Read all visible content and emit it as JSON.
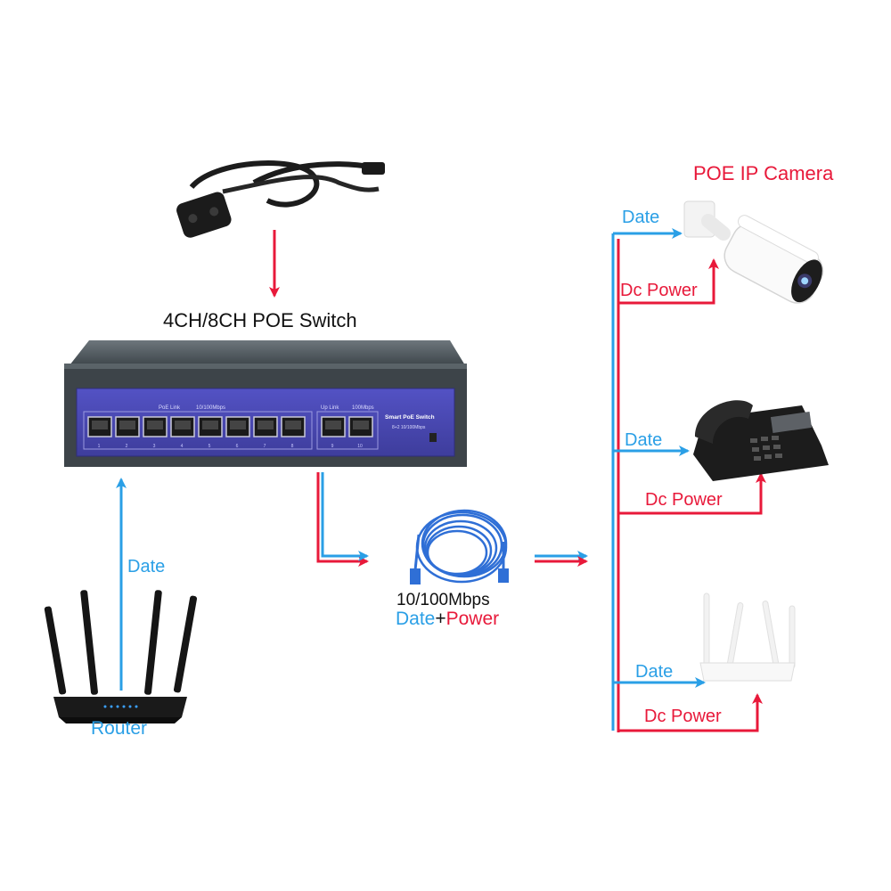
{
  "labels": {
    "switch_title": "4CH/8CH POE Switch",
    "camera_title": "POE IP Camera",
    "router": "Router",
    "router_link": "Date",
    "cable_speed": "10/100Mbps",
    "cable_date": "Date",
    "cable_plus": "+",
    "cable_power": "Power",
    "cam_date": "Date",
    "cam_power": "Dc Power",
    "phone_date": "Date",
    "phone_power": "Dc Power",
    "ap_date": "Date",
    "ap_power": "Dc Power"
  },
  "switch_panel": {
    "poe_link": "PoE Link",
    "poe_speed": "10/100Mbps",
    "up_link": "Up Link",
    "up_speed": "100Mbps",
    "brand": "Smart PoE Switch",
    "spec": "8+2 10/100Mbps",
    "port_numbers": [
      "1",
      "2",
      "3",
      "4",
      "5",
      "6",
      "7",
      "8"
    ],
    "uplink_numbers": [
      "9",
      "10"
    ]
  },
  "colors": {
    "data_line": "#2a9fe6",
    "power_line": "#e8193a",
    "panel": "#4b4ab3",
    "chassis": "#4a5258"
  },
  "icons": [
    "power-cord-icon",
    "poe-switch-icon",
    "router-icon",
    "network-cable-icon",
    "ip-camera-icon",
    "desk-phone-icon",
    "access-point-icon"
  ]
}
